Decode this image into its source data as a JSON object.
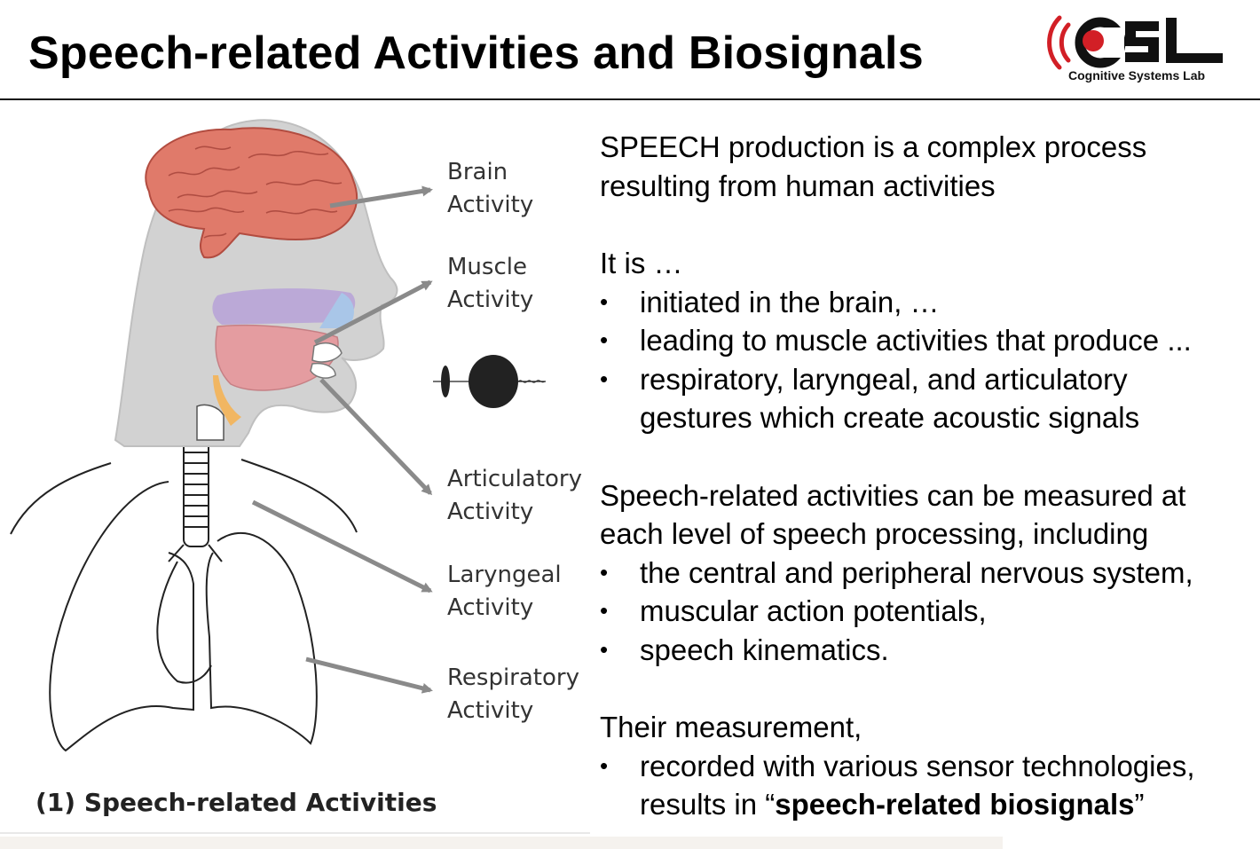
{
  "header": {
    "title": "Speech-related Activities and Biosignals",
    "logo_acronym": "CSL",
    "logo_subtitle": "Cognitive Systems Lab"
  },
  "figure": {
    "labels": [
      {
        "line1": "Brain",
        "line2": "Activity"
      },
      {
        "line1": "Muscle",
        "line2": "Activity"
      },
      {
        "line1": "Articulatory",
        "line2": "Activity"
      },
      {
        "line1": "Laryngeal",
        "line2": "Activity"
      },
      {
        "line1": "Respiratory",
        "line2": "Activity"
      }
    ],
    "caption": "(1) Speech-related Activities"
  },
  "content": {
    "intro_line1": "SPEECH production is a complex process",
    "intro_line2": "resulting from human activities",
    "it_is": "It is …",
    "it_is_bullets": [
      "initiated in the brain, …",
      "leading to muscle activities that produce ...",
      "respiratory, laryngeal, and articulatory",
      "gestures which create acoustic signals"
    ],
    "measure_line1": "Speech-related activities can be measured at",
    "measure_line2": "each level of speech processing, including",
    "measure_bullets": [
      "the central and peripheral nervous system,",
      "muscular action potentials,",
      "speech kinematics."
    ],
    "their_measurement": "Their measurement,",
    "recorded_line1": "recorded with various sensor technologies,",
    "recorded_line2_prefix": "results in “",
    "recorded_line2_bold": "speech-related biosignals",
    "recorded_line2_suffix": "”"
  },
  "colors": {
    "logo_red": "#d21f26",
    "brain": "#e07a6a",
    "head_fill": "#d2d2d2",
    "arrow": "#8a8a8a"
  }
}
